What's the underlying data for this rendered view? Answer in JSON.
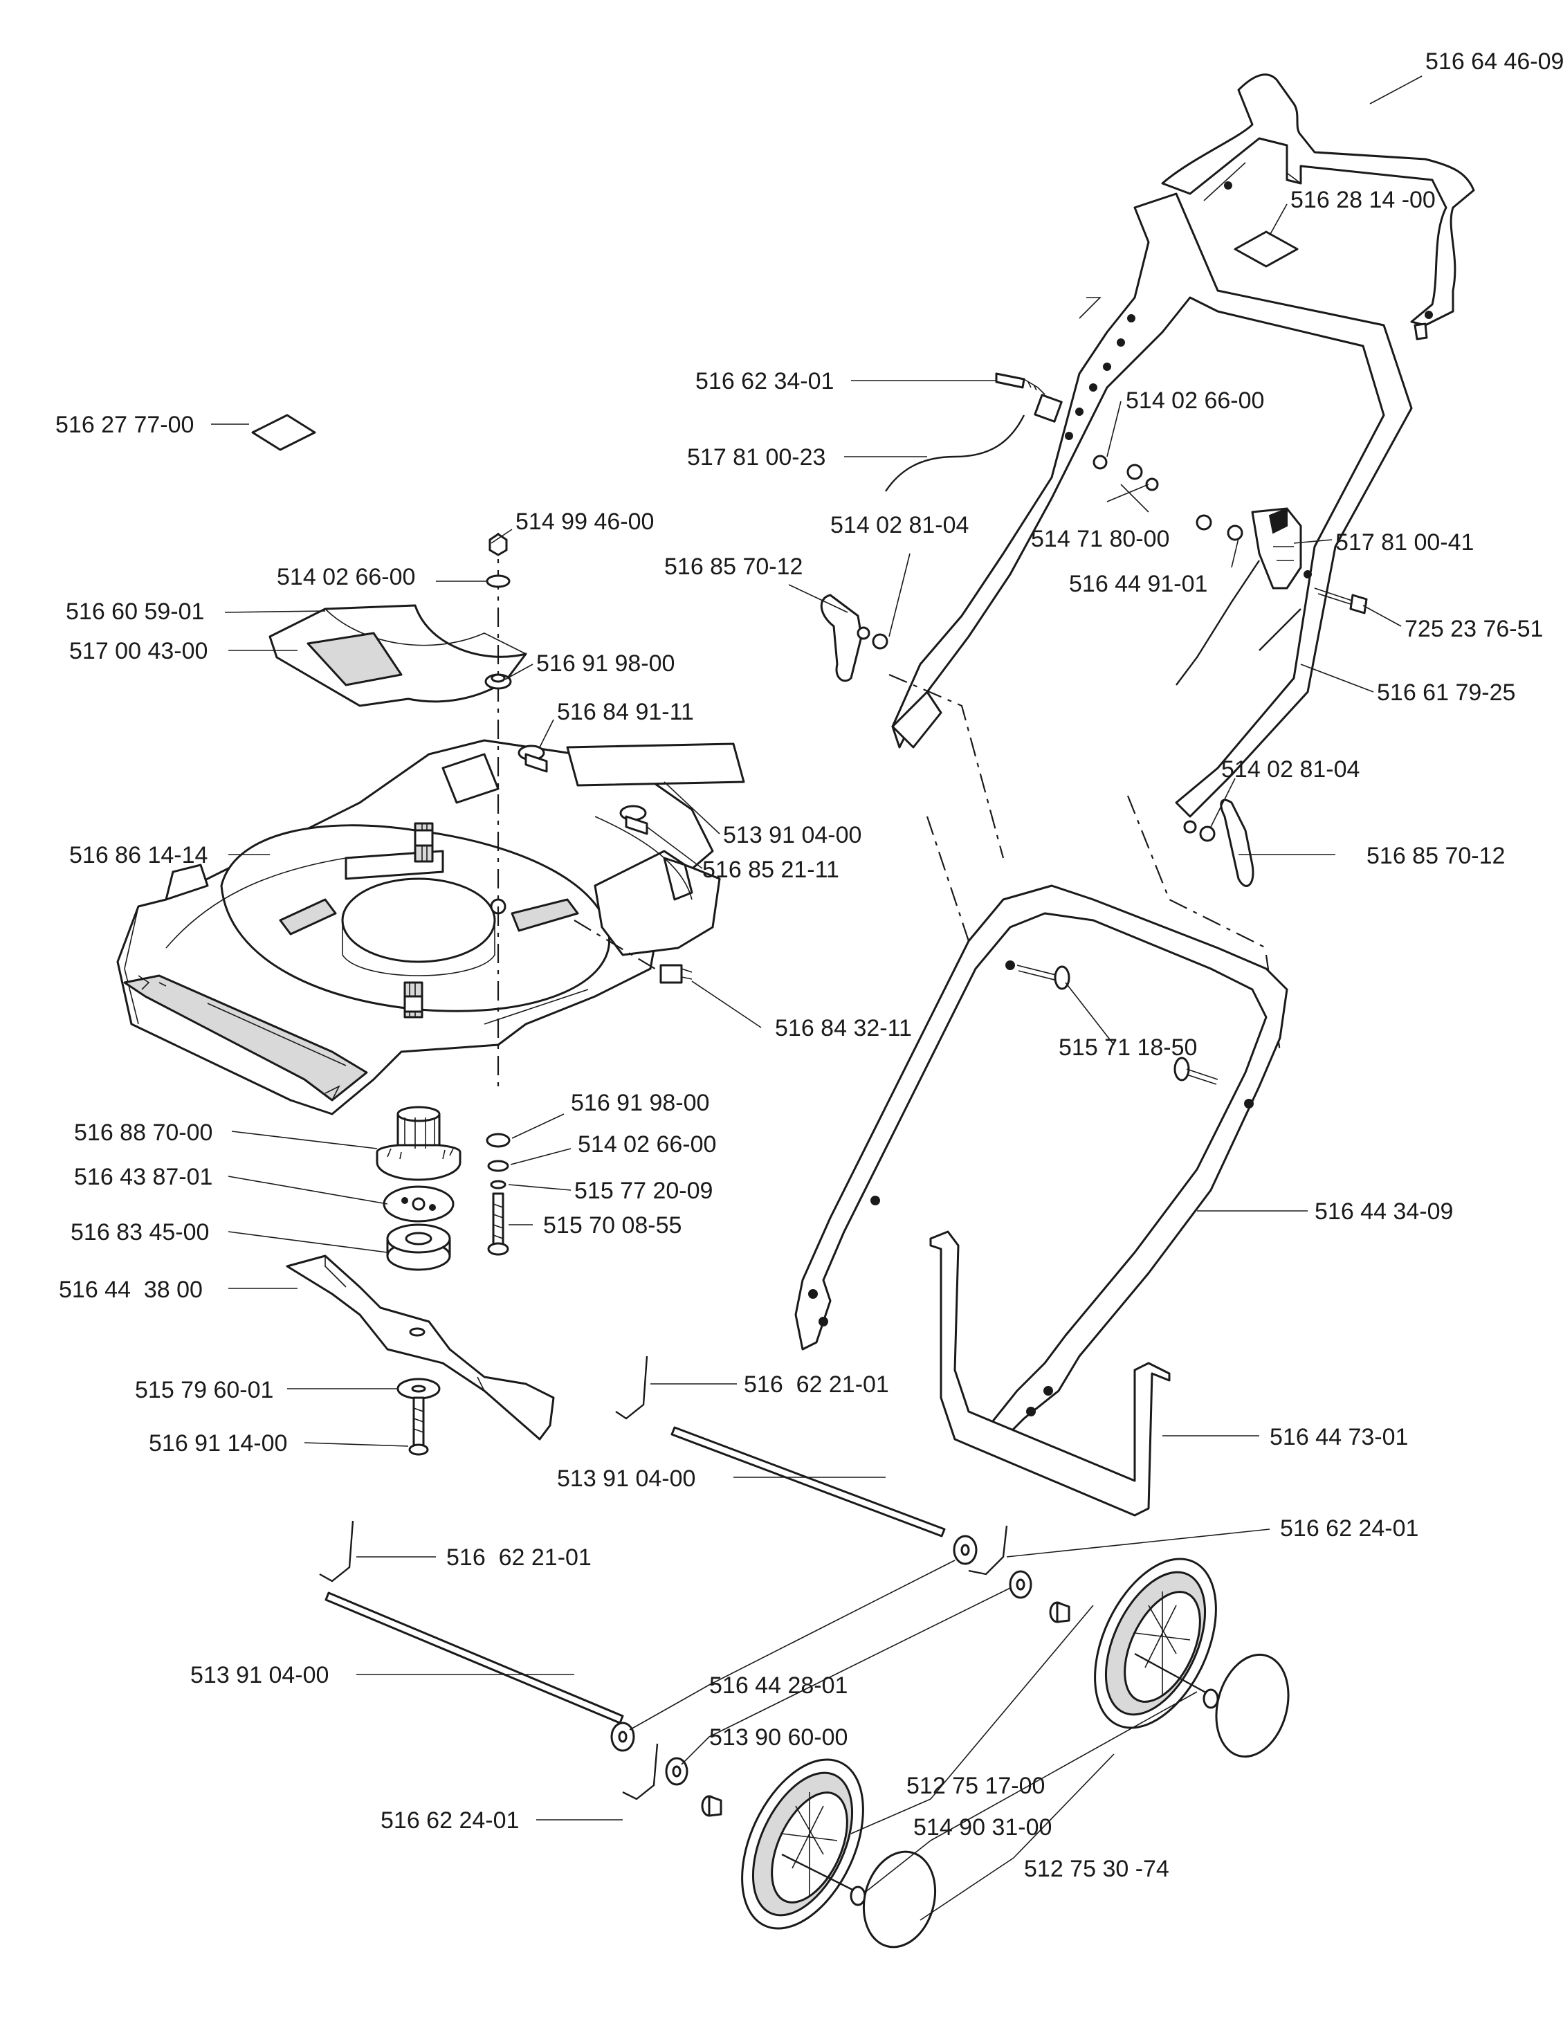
{
  "labels": {
    "l01": "516 64 46-09",
    "l02": "516 28 14 -00",
    "l03": "516 62 34-01",
    "l04": "514 02 66-00",
    "l05": "517 81 00-23",
    "l06": "516 27 77-00",
    "l07": "514 99 46-00",
    "l08": "514 02 81-04",
    "l09": "514 71 80-00",
    "l10": "517 81 00-41",
    "l11": "514 02 66-00",
    "l12": "516 85 70-12",
    "l13": "516 44 91-01",
    "l14": "516 60 59-01",
    "l15": "725 23 76-51",
    "l16": "517 00 43-00",
    "l17": "516 91 98-00",
    "l18": "516 61 79-25",
    "l19": "516 84 91-11",
    "l20": "514 02 81-04",
    "l21": "513 91 04-00",
    "l22": "516 86 14-14",
    "l23": "516 85 70-12",
    "l24": "516 85 21-11",
    "l25": "516 84 32-11",
    "l26": "515 71 18-50",
    "l27": "516 91 98-00",
    "l28": "516 88 70-00",
    "l29": "514 02 66-00",
    "l30": "516 43 87-01",
    "l31": "515 77 20-09",
    "l32": "516 83 45-00",
    "l33": "515 70 08-55",
    "l34": "516 44 34-09",
    "l35": "516 44  38 00",
    "l36": "516  62 21-01",
    "l37": "515 79 60-01",
    "l38": "516 91 14-00",
    "l39": "516 44 73-01",
    "l40": "513 91 04-00",
    "l41": "516 62 24-01",
    "l42": "516  62 21-01",
    "l43": "513 91 04-00",
    "l44": "516 44 28-01",
    "l45": "513 90 60-00",
    "l46": "512 75 17-00",
    "l47": "516 62 24-01",
    "l48": "514 90 31-00",
    "l49": "512 75 30 -74"
  }
}
